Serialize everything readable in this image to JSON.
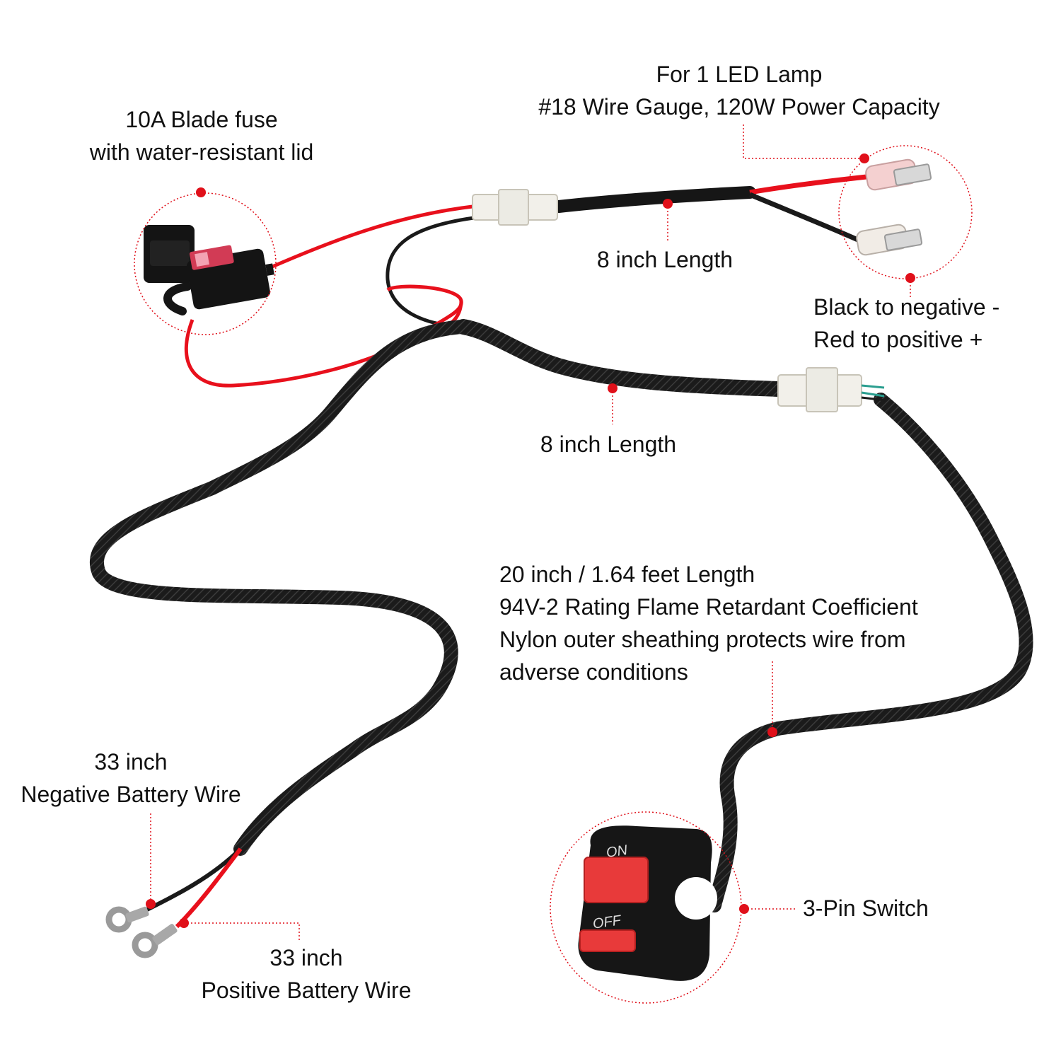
{
  "labels": {
    "fuse": {
      "line1": "10A Blade fuse",
      "line2": "with water-resistant lid"
    },
    "lamp": {
      "line1": "For 1 LED Lamp",
      "line2": "#18 Wire Gauge, 120W Power Capacity"
    },
    "length_top": "8 inch Length",
    "polarity": {
      "line1": "Black to negative -",
      "line2": "Red to positive +"
    },
    "length_mid": "8 inch Length",
    "harness": {
      "line1": "20 inch / 1.64 feet Length",
      "line2": "94V-2 Rating Flame Retardant Coefficient",
      "line3": "Nylon outer sheathing protects wire from",
      "line4": "adverse conditions"
    },
    "negative_wire": {
      "line1": "33 inch",
      "line2": "Negative Battery Wire"
    },
    "positive_wire": {
      "line1": "33 inch",
      "line2": "Positive Battery Wire"
    },
    "switch": "3-Pin Switch"
  },
  "switch_face": {
    "on": "ON",
    "off": "OFF"
  },
  "colors": {
    "red_wire": "#e8101c",
    "black_wire": "#1a1a1a",
    "callout": "#e0101a",
    "connector": "#f2f0ea",
    "switch_button": "#e83a3a"
  }
}
